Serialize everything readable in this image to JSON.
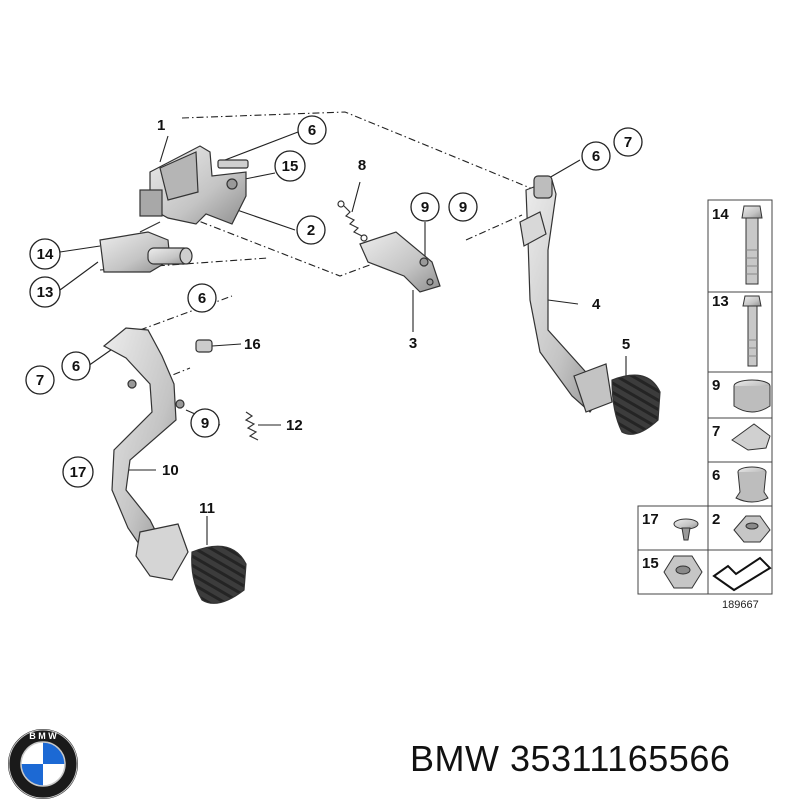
{
  "diagram": {
    "reference_number": "189667",
    "callouts": [
      {
        "id": "c1",
        "label": "1"
      },
      {
        "id": "c6a",
        "label": "6"
      },
      {
        "id": "c15",
        "label": "15"
      },
      {
        "id": "c2",
        "label": "2"
      },
      {
        "id": "c8",
        "label": "8"
      },
      {
        "id": "c9a",
        "label": "9"
      },
      {
        "id": "c9b",
        "label": "9"
      },
      {
        "id": "c6b",
        "label": "6"
      },
      {
        "id": "c7a",
        "label": "7"
      },
      {
        "id": "c4",
        "label": "4"
      },
      {
        "id": "c5",
        "label": "5"
      },
      {
        "id": "c3",
        "label": "3"
      },
      {
        "id": "c14",
        "label": "14"
      },
      {
        "id": "c13",
        "label": "13"
      },
      {
        "id": "c6c",
        "label": "6"
      },
      {
        "id": "c16",
        "label": "16"
      },
      {
        "id": "c6d",
        "label": "6"
      },
      {
        "id": "c7b",
        "label": "7"
      },
      {
        "id": "c9c",
        "label": "9"
      },
      {
        "id": "c12",
        "label": "12"
      },
      {
        "id": "c17",
        "label": "17"
      },
      {
        "id": "c10",
        "label": "10"
      },
      {
        "id": "c11",
        "label": "11"
      }
    ],
    "legend": [
      {
        "id": "l14",
        "label": "14",
        "icon": "long-bolt-icon"
      },
      {
        "id": "l13",
        "label": "13",
        "icon": "bolt-icon"
      },
      {
        "id": "l9",
        "label": "9",
        "icon": "rubber-bushing-icon"
      },
      {
        "id": "l7",
        "label": "7",
        "icon": "spring-clip-icon"
      },
      {
        "id": "l6",
        "label": "6",
        "icon": "flanged-bushing-icon"
      },
      {
        "id": "l17",
        "label": "17",
        "icon": "buffer-stop-icon"
      },
      {
        "id": "l2",
        "label": "2",
        "icon": "bearing-bushing-icon"
      },
      {
        "id": "l15",
        "label": "15",
        "icon": "hex-nut-icon"
      }
    ]
  },
  "footer": {
    "brand_text": "BMW 35311165566",
    "logo_letters": "B M W"
  },
  "colors": {
    "part_grey": "#c9c9c9",
    "part_dark": "#8a8a8a",
    "rubber_pad": "#3a3a3a",
    "logo_blue": "#1c69d4",
    "logo_ring": "#111111"
  }
}
